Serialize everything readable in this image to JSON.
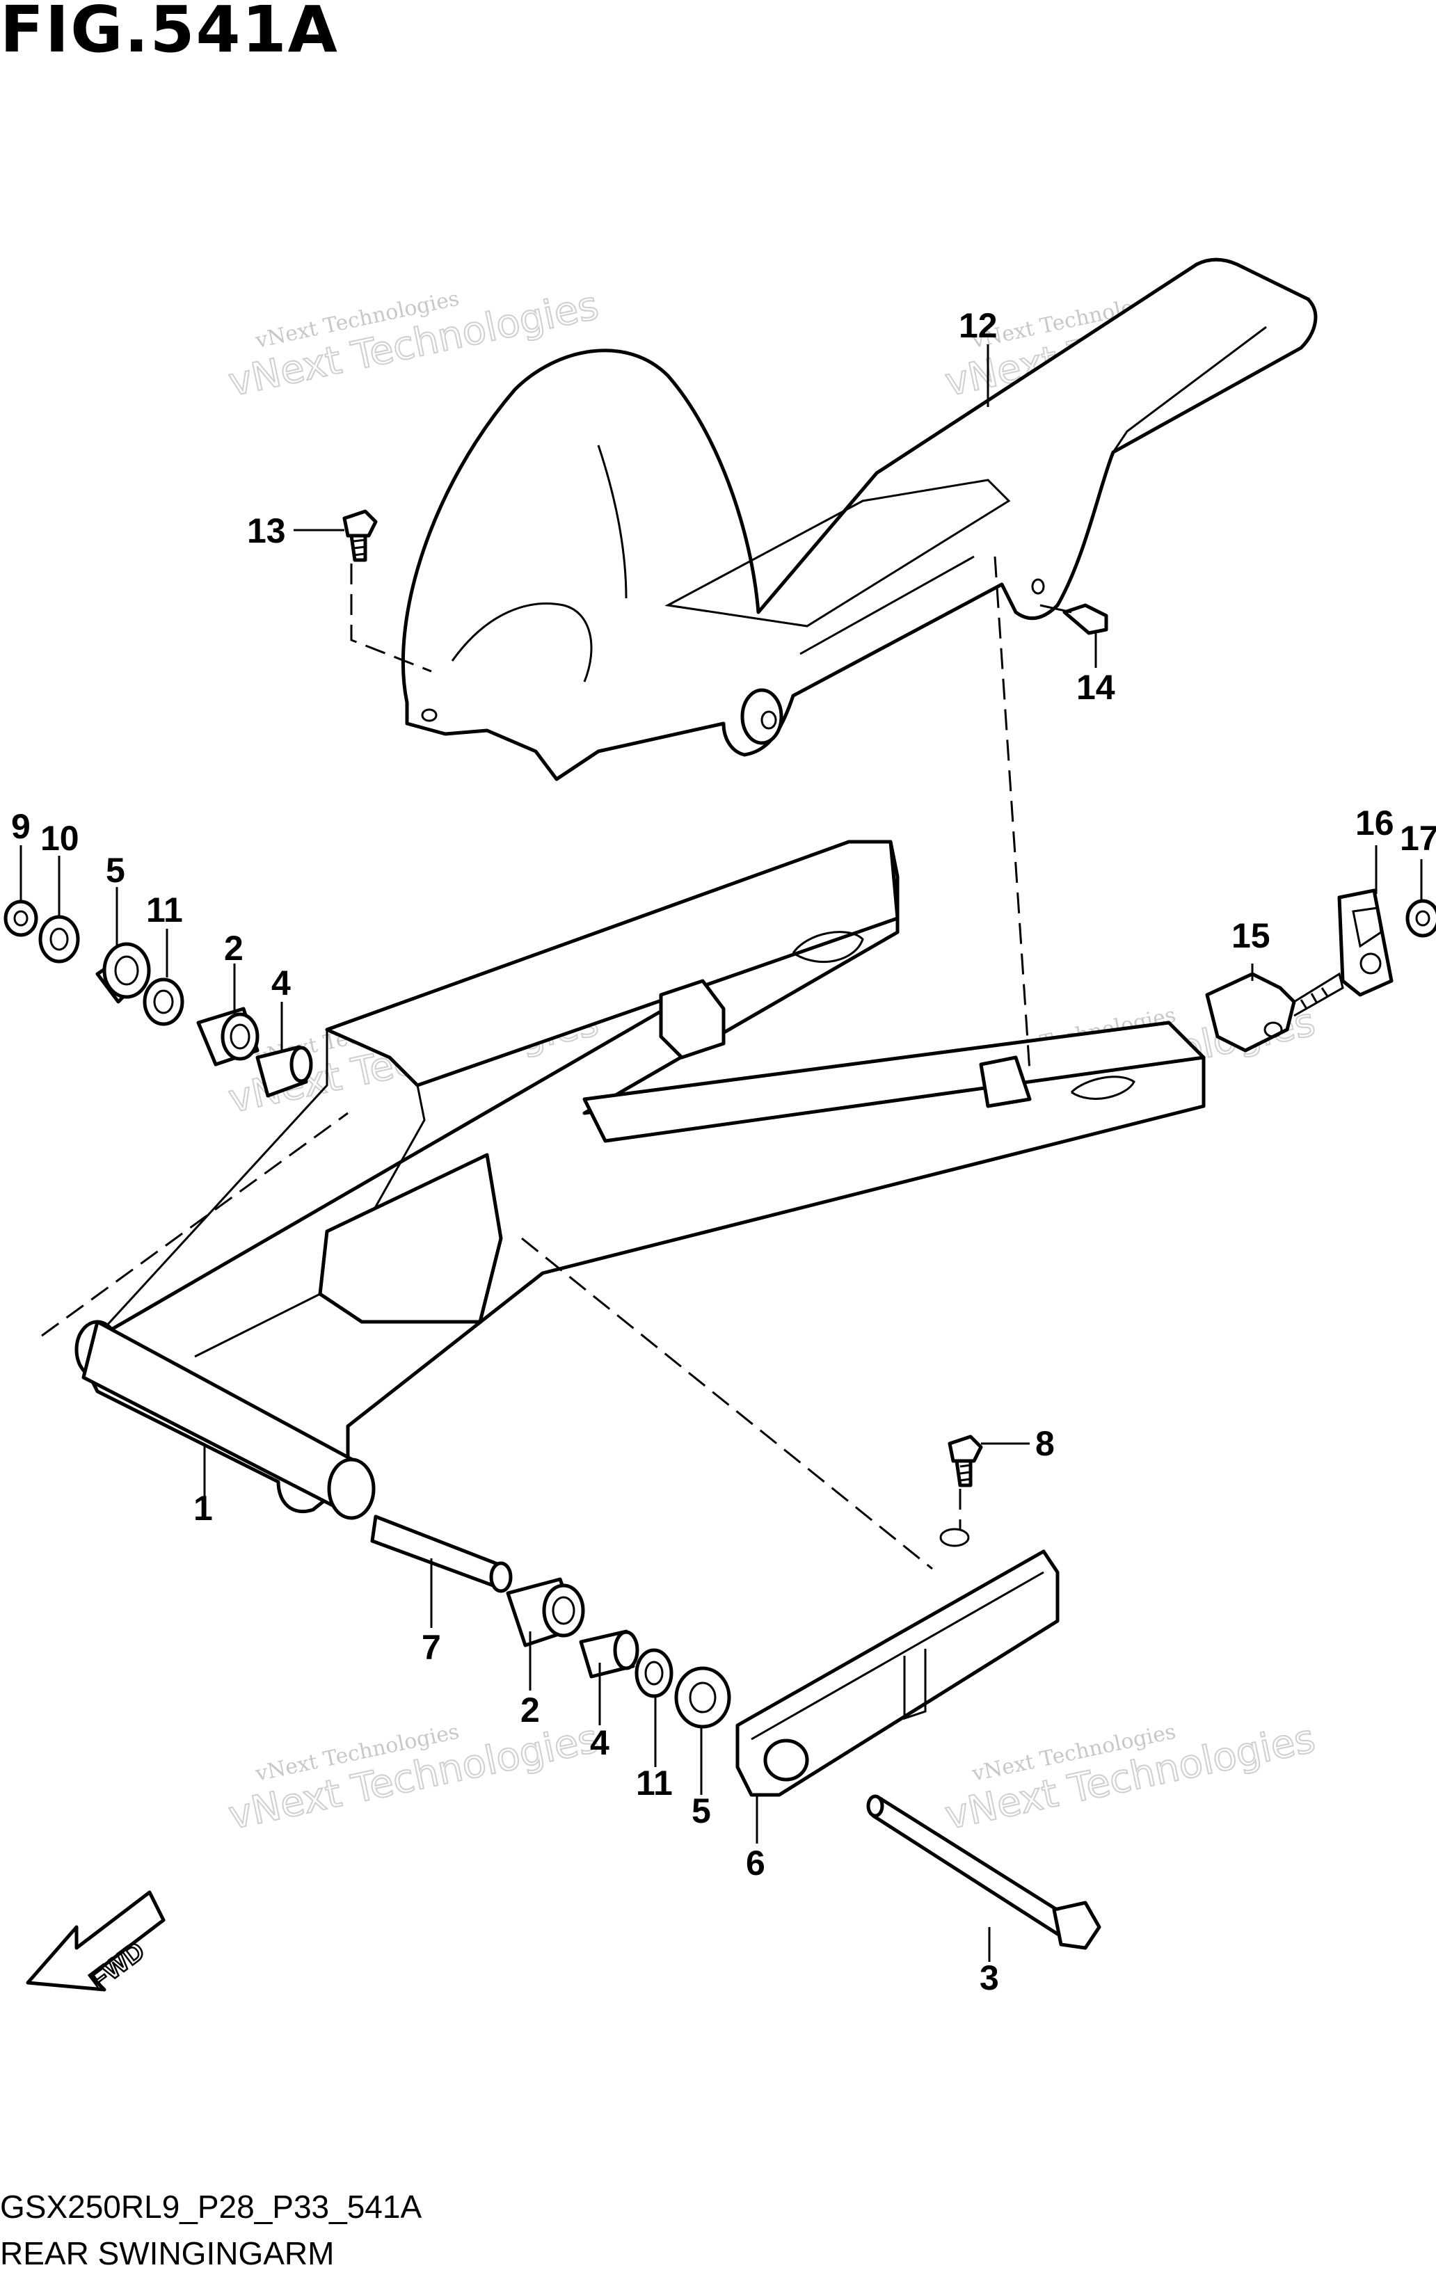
{
  "title": "FIG.541A",
  "model_code": "GSX250RL9_P28_P33_541A",
  "caption": "REAR SWINGINGARM",
  "fwd_label": "FWD",
  "watermark": {
    "line1": "vNext Technologies",
    "line2": "vNext Technologies"
  },
  "callouts": [
    {
      "id": "c1",
      "label": "1"
    },
    {
      "id": "c2a",
      "label": "2"
    },
    {
      "id": "c2b",
      "label": "2"
    },
    {
      "id": "c3",
      "label": "3"
    },
    {
      "id": "c4a",
      "label": "4"
    },
    {
      "id": "c4b",
      "label": "4"
    },
    {
      "id": "c5a",
      "label": "5"
    },
    {
      "id": "c5b",
      "label": "5"
    },
    {
      "id": "c6",
      "label": "6"
    },
    {
      "id": "c7",
      "label": "7"
    },
    {
      "id": "c8",
      "label": "8"
    },
    {
      "id": "c9",
      "label": "9"
    },
    {
      "id": "c10",
      "label": "10"
    },
    {
      "id": "c11a",
      "label": "11"
    },
    {
      "id": "c11b",
      "label": "11"
    },
    {
      "id": "c12",
      "label": "12"
    },
    {
      "id": "c13",
      "label": "13"
    },
    {
      "id": "c14",
      "label": "14"
    },
    {
      "id": "c15",
      "label": "15"
    },
    {
      "id": "c16",
      "label": "16"
    },
    {
      "id": "c17",
      "label": "17"
    }
  ]
}
